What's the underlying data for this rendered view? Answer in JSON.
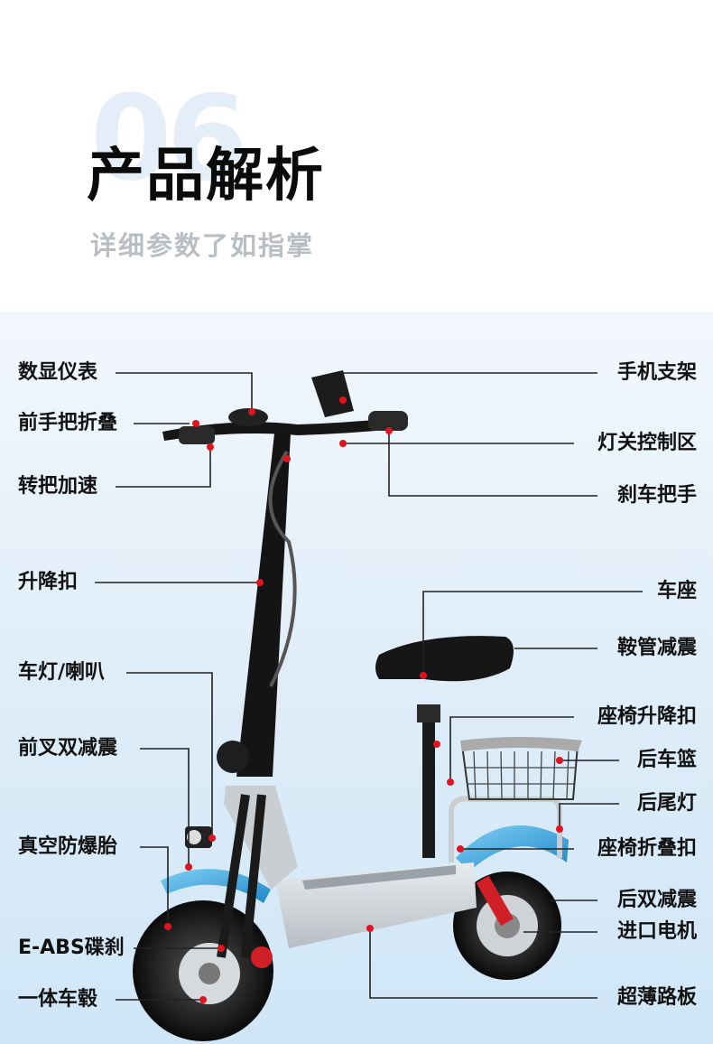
{
  "header": {
    "number": "06",
    "title": "产品解析",
    "subtitle": "详细参数了如指掌"
  },
  "labels_left": [
    {
      "id": "display",
      "text": "数显仪表"
    },
    {
      "id": "front-handle-fold",
      "text": "前手把折叠"
    },
    {
      "id": "throttle",
      "text": "转把加速"
    },
    {
      "id": "lift-clasp",
      "text": "升降扣"
    },
    {
      "id": "light-horn",
      "text": "车灯/喇叭"
    },
    {
      "id": "front-fork-shock",
      "text": "前叉双减震"
    },
    {
      "id": "vacuum-tire",
      "text": "真空防爆胎"
    },
    {
      "id": "eabs-brake",
      "text": "E-ABS碟刹"
    },
    {
      "id": "hub",
      "text": "一体车毂"
    }
  ],
  "labels_right": [
    {
      "id": "phone-holder",
      "text": "手机支架"
    },
    {
      "id": "light-switch",
      "text": "灯关控制区"
    },
    {
      "id": "brake-lever",
      "text": "刹车把手"
    },
    {
      "id": "seat",
      "text": "车座"
    },
    {
      "id": "saddle-shock",
      "text": "鞍管减震"
    },
    {
      "id": "seat-lift-clasp",
      "text": "座椅升降扣"
    },
    {
      "id": "rear-basket",
      "text": "后车篮"
    },
    {
      "id": "tail-light",
      "text": "后尾灯"
    },
    {
      "id": "seat-fold-clasp",
      "text": "座椅折叠扣"
    },
    {
      "id": "rear-shock",
      "text": "后双减震"
    },
    {
      "id": "motor",
      "text": "进口电机"
    },
    {
      "id": "deck",
      "text": "超薄路板"
    }
  ],
  "colors": {
    "accent_dot": "#e0141e",
    "fender_blue": "#3aa6e0",
    "frame_silver": "#c9ced3",
    "title": "#0b0b0b",
    "subtitle": "#b9bec4"
  },
  "icons": [
    "scooter-illustration",
    "pointer-dot"
  ]
}
